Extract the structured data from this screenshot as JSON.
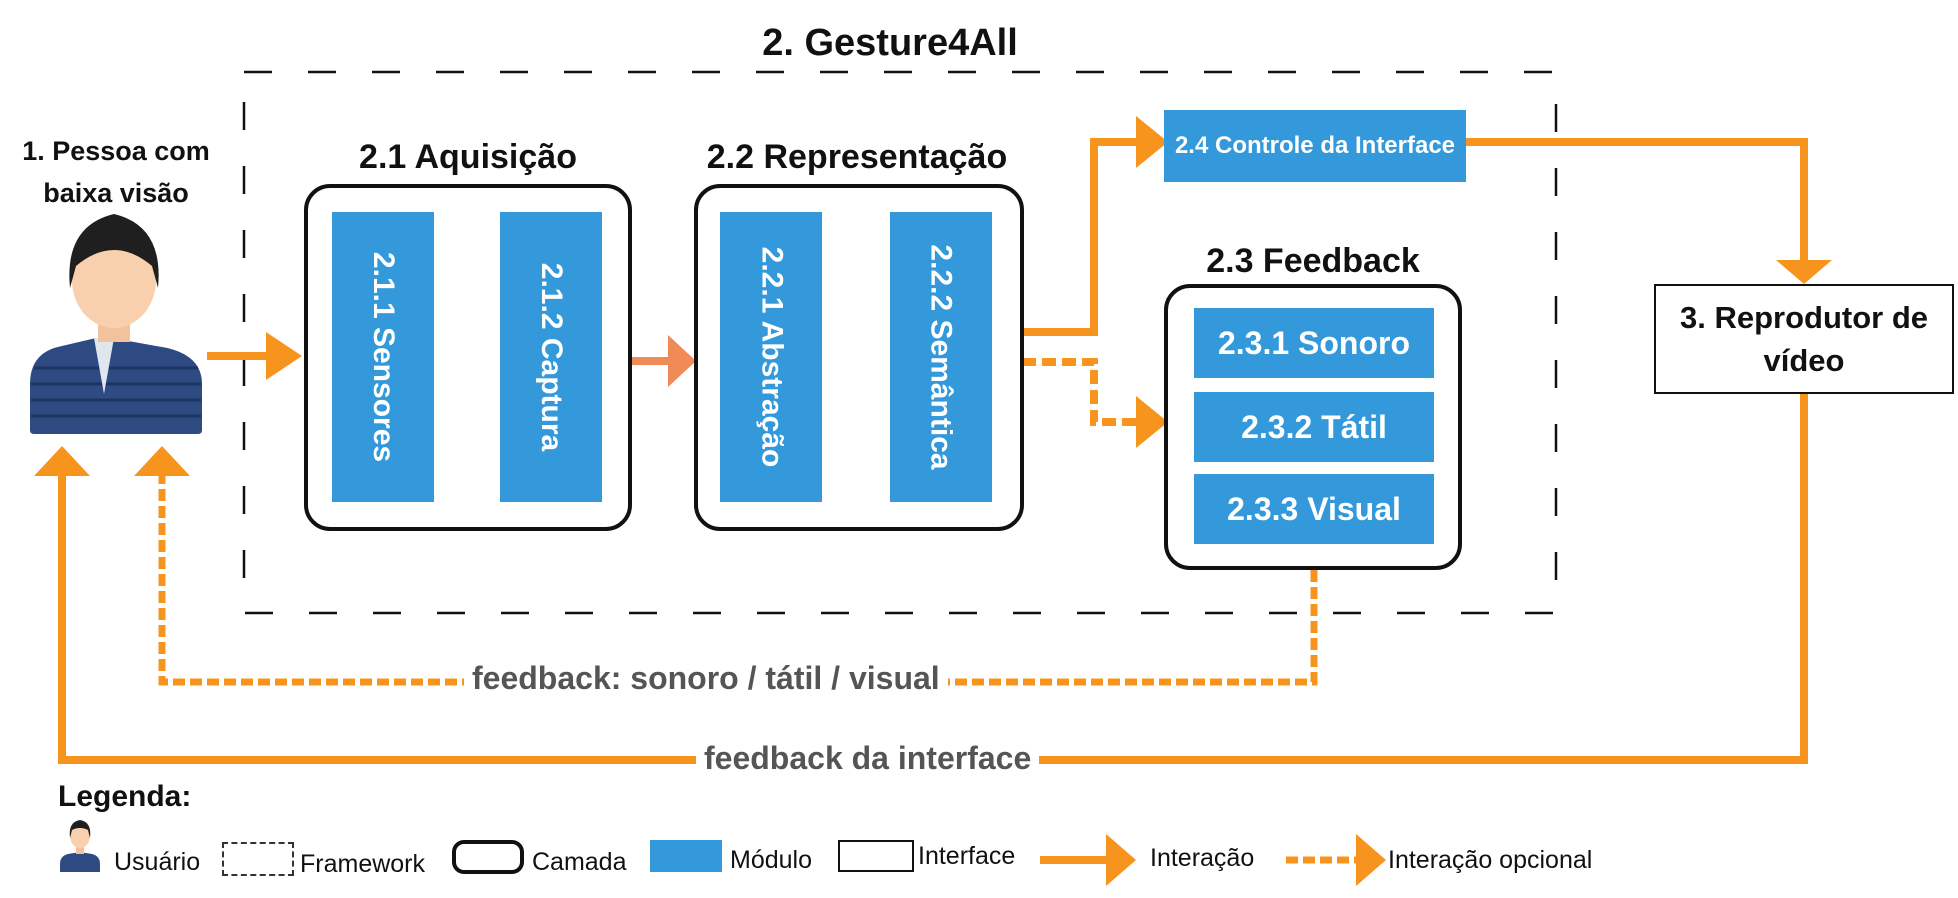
{
  "title": "2. Gesture4All",
  "person": {
    "label": "1. Pessoa com baixa visão",
    "icon": "person-icon"
  },
  "layers": {
    "acquisition": {
      "title": "2.1 Aquisição",
      "modules": [
        "2.1.1 Sensores",
        "2.1.2 Captura"
      ]
    },
    "representation": {
      "title": "2.2 Representação",
      "modules": [
        "2.2.1 Abstração",
        "2.2.2 Semântica"
      ]
    },
    "feedback": {
      "title": "2.3 Feedback",
      "modules": [
        "2.3.1 Sonoro",
        "2.3.2 Tátil",
        "2.3.3 Visual"
      ]
    },
    "control": {
      "label": "2.4 Controle da Interface"
    }
  },
  "video_player": {
    "label": "3. Reprodutor de vídeo"
  },
  "flows": {
    "optional_feedback": "feedback: sonoro / tátil / visual",
    "interface_feedback": "feedback da interface"
  },
  "legend": {
    "title": "Legenda:",
    "items": {
      "user": "Usuário",
      "framework": "Framework",
      "layer": "Camada",
      "module": "Módulo",
      "interface": "Interface",
      "interaction": "Interação",
      "optional_interaction": "Interação opcional"
    }
  },
  "colors": {
    "module": "#3399db",
    "arrow": "#f7941d",
    "arrow_alt": "#f08a56",
    "border": "#111111",
    "label_gray": "#555555"
  }
}
